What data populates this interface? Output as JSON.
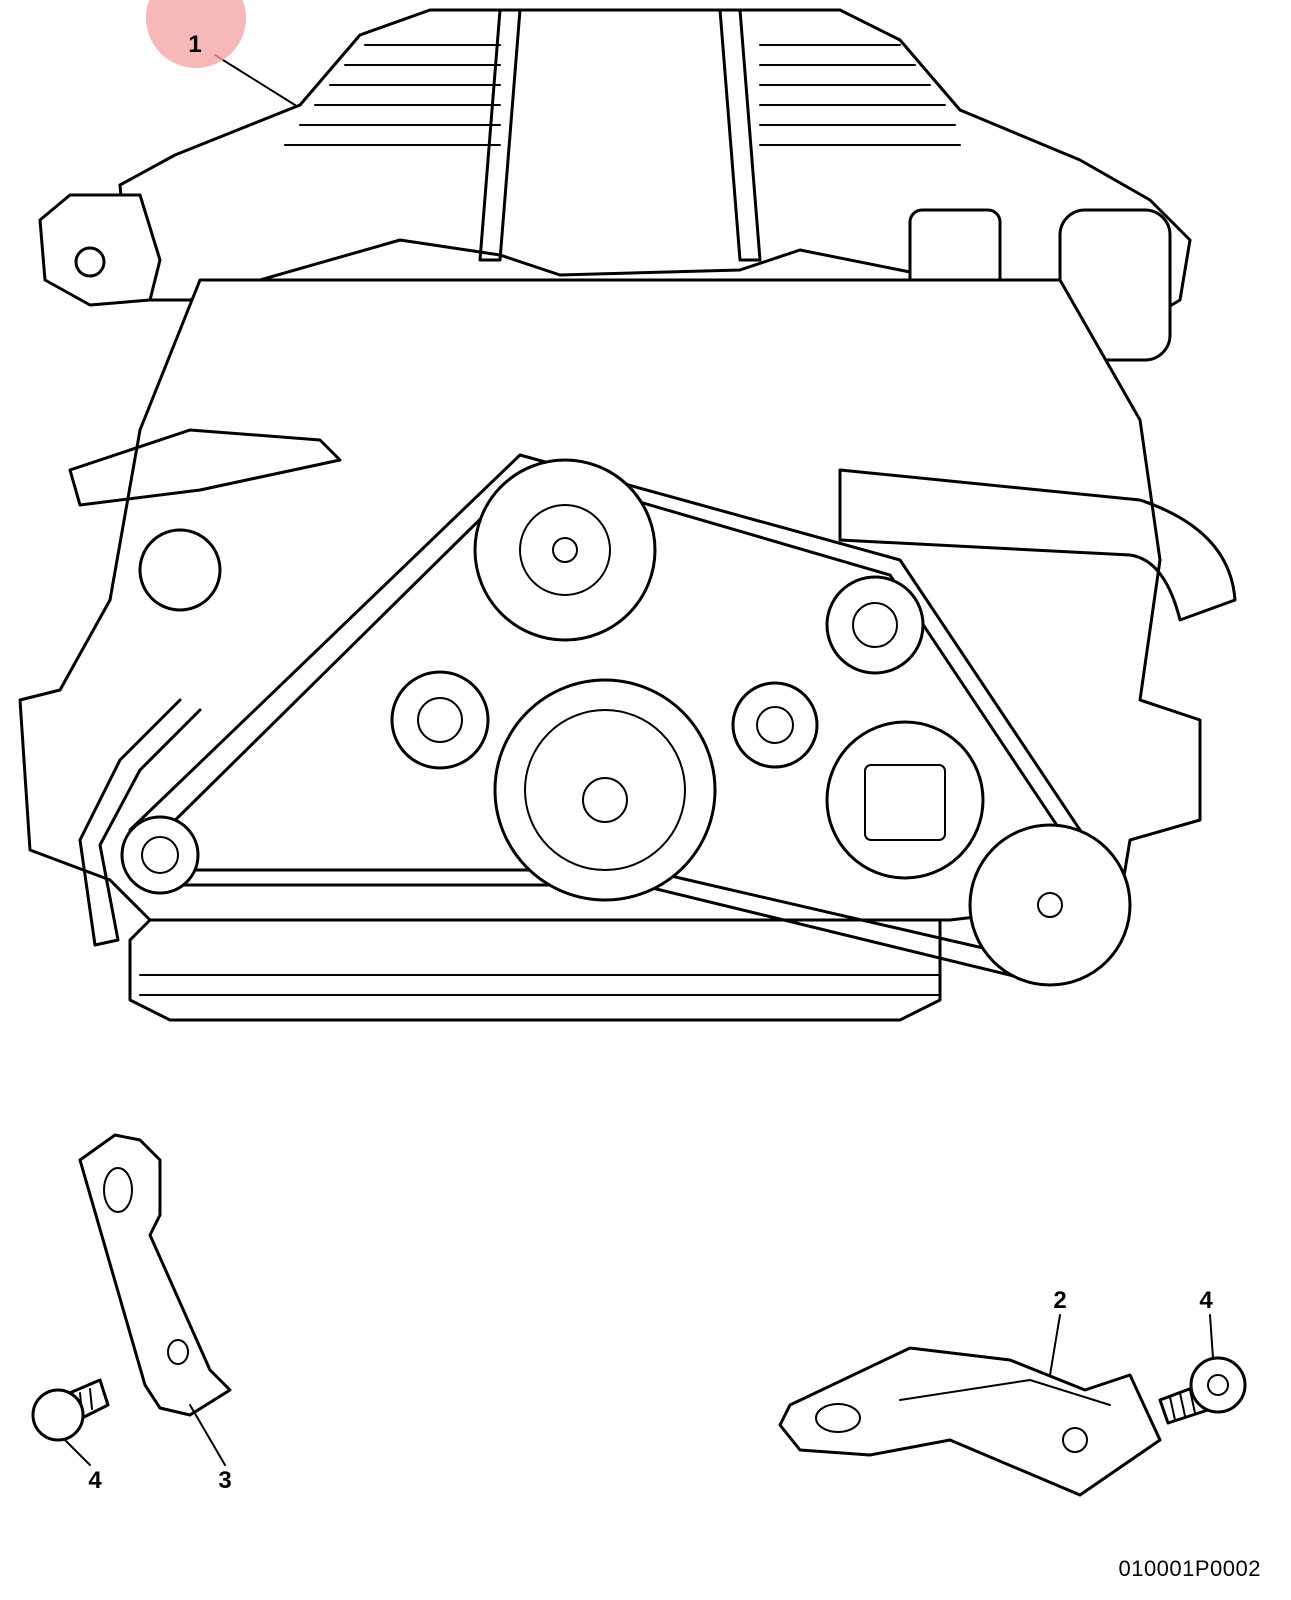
{
  "callouts": {
    "c1": "1",
    "c2": "2",
    "c3": "3",
    "c4a": "4",
    "c4b": "4"
  },
  "highlight_color": "#f4a6a8",
  "document_number": "010001P0002"
}
